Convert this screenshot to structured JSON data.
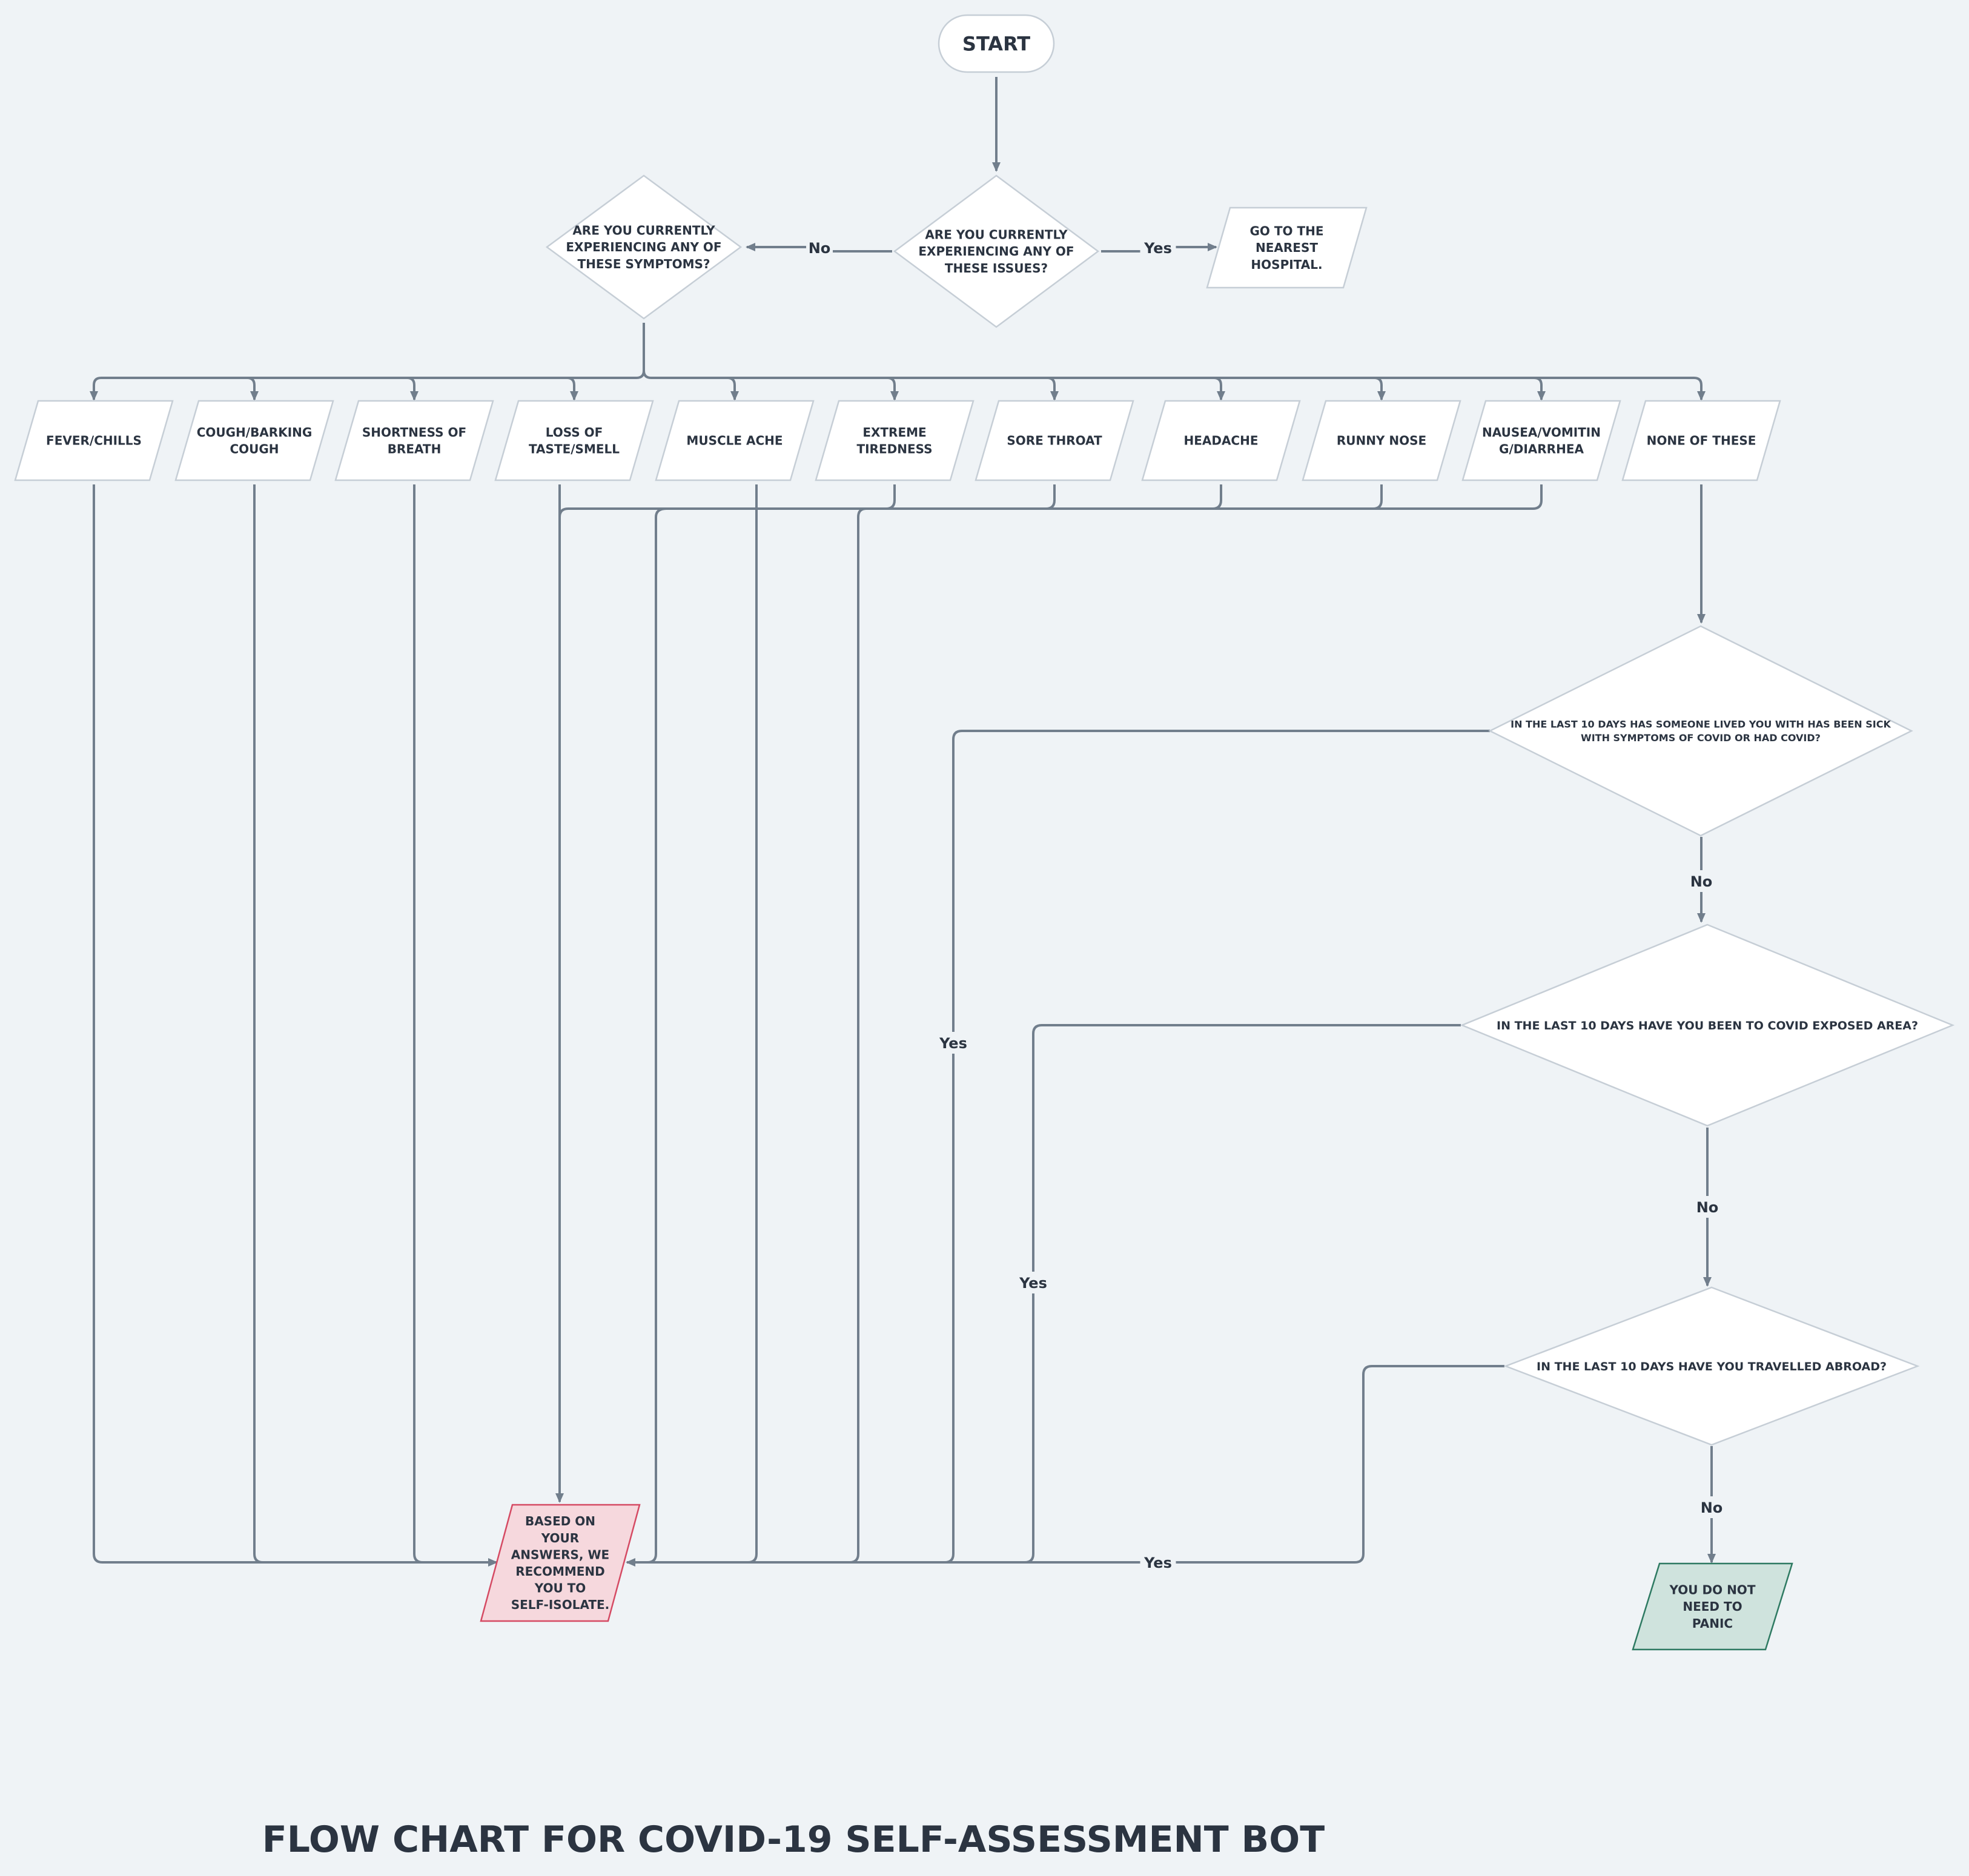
{
  "title": "FLOW CHART FOR COVID-19 SELF-ASSESSMENT BOT",
  "start": "START",
  "decisions": {
    "issues": "ARE YOU CURRENTLY EXPERIENCING ANY OF THESE ISSUES?",
    "symptoms": "ARE YOU CURRENTLY EXPERIENCING ANY OF THESE SYMPTOMS?",
    "household": "IN THE LAST 10 DAYS HAS SOMEONE LIVED YOU WITH  HAS BEEN SICK WITH SYMPTOMS OF COVID OR HAD COVID?",
    "exposed_area": "IN THE LAST 10 DAYS HAVE YOU BEEN TO COVID EXPOSED AREA?",
    "travel": "IN THE LAST 10 DAYS HAVE YOU TRAVELLED ABROAD?"
  },
  "outcomes": {
    "hospital": "GO TO THE NEAREST HOSPITAL.",
    "isolate": "BASED ON YOUR ANSWERS, WE RECOMMEND YOU TO SELF-ISOLATE.",
    "no_panic": "YOU DO NOT NEED TO PANIC"
  },
  "symptoms": [
    "FEVER/CHILLS",
    "COUGH/BARKING COUGH",
    "SHORTNESS OF BREATH",
    "LOSS OF TASTE/SMELL",
    "MUSCLE ACHE",
    "EXTREME TIREDNESS",
    "SORE THROAT",
    "HEADACHE",
    "RUNNY NOSE",
    "NAUSEA/VOMITIN G/DIARRHEA",
    "NONE OF THESE"
  ],
  "edge_labels": {
    "yes": "Yes",
    "no": "No"
  },
  "colors": {
    "background": "#eff3f6",
    "edge": "#717e8c",
    "text": "#2b3441",
    "node_fill": "#ffffff",
    "node_stroke": "#c6ced6",
    "isolate_fill": "#f6d8dd",
    "isolate_stroke": "#d54a63",
    "calm_fill": "#cfe3dd",
    "calm_stroke": "#2e7a62"
  }
}
